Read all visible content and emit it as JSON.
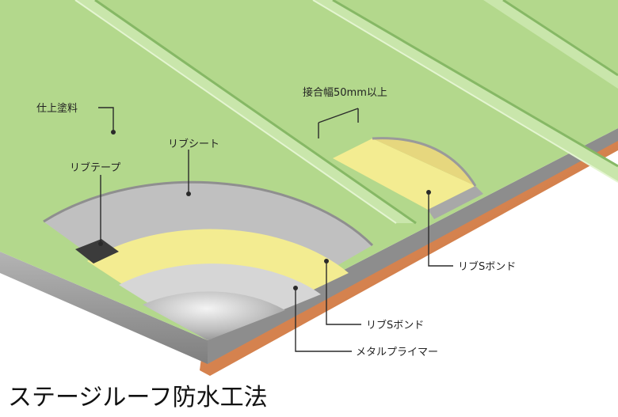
{
  "colors": {
    "topcoat": "#b3d88c",
    "rib_highlight": "#d8efbe",
    "rib_shadow": "#8cbc6a",
    "rib_sheet": "#b9b9b9",
    "rib_sheet_edge": "#8f8f8f",
    "bond": "#f3ec91",
    "primer": "#cfcfcf",
    "metal": "#a8a8a8",
    "tape": "#3b3b3b",
    "substrate_copper": "#d97f4a",
    "edge_gray": "#9a9a9a"
  },
  "labels": {
    "finish_paint": "仕上塗料",
    "rib_sheet": "リブシート",
    "rib_tape": "リブテープ",
    "joint_width": "接合幅50mm以上",
    "rib_s_bond_right": "リブSボンド",
    "rib_s_bond_center": "リブSボンド",
    "metal_primer": "メタルプライマー"
  },
  "caption": "ステージルーフ防水工法"
}
